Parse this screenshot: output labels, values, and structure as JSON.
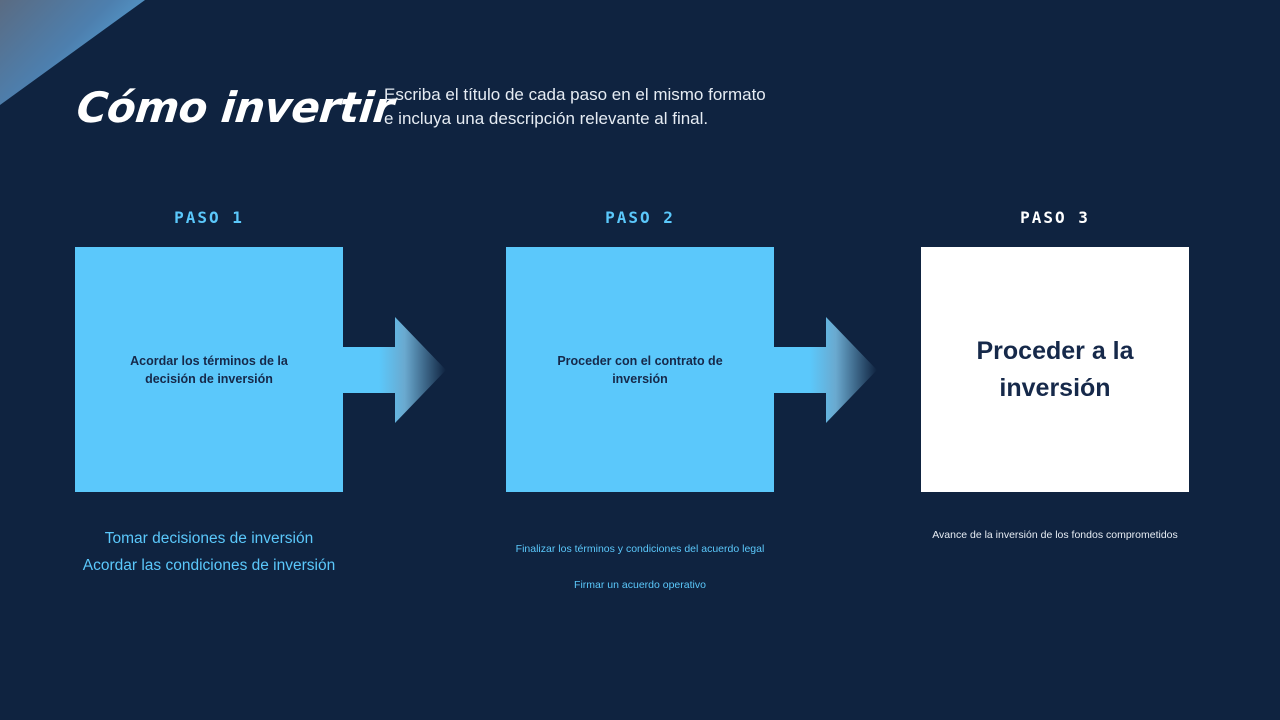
{
  "header": {
    "title": "Cómo invertir",
    "subtitle_line1": "Escriba el título de cada paso en el mismo formato",
    "subtitle_line2": "e incluya una descripción relevante al final."
  },
  "colors": {
    "background": "#0f2340",
    "accent_blue": "#5bc8fb",
    "dark_text": "#16294a",
    "white": "#ffffff"
  },
  "steps": [
    {
      "label": "PASO 1",
      "box_text": "Acordar los términos de la decisión de inversión",
      "descriptions": [
        "Tomar decisiones de inversión",
        "Acordar las condiciones de inversión"
      ]
    },
    {
      "label": "PASO 2",
      "box_text": "Proceder con el contrato de inversión",
      "descriptions": [
        "Finalizar los términos y condiciones del acuerdo legal",
        "Firmar un acuerdo operativo"
      ]
    },
    {
      "label": "PASO 3",
      "box_text": "Proceder a la inversión",
      "descriptions": [
        "Avance de la inversión de los fondos comprometidos"
      ]
    }
  ],
  "icons": {
    "arrow_1": "arrow-right-icon",
    "arrow_2": "arrow-right-icon"
  }
}
